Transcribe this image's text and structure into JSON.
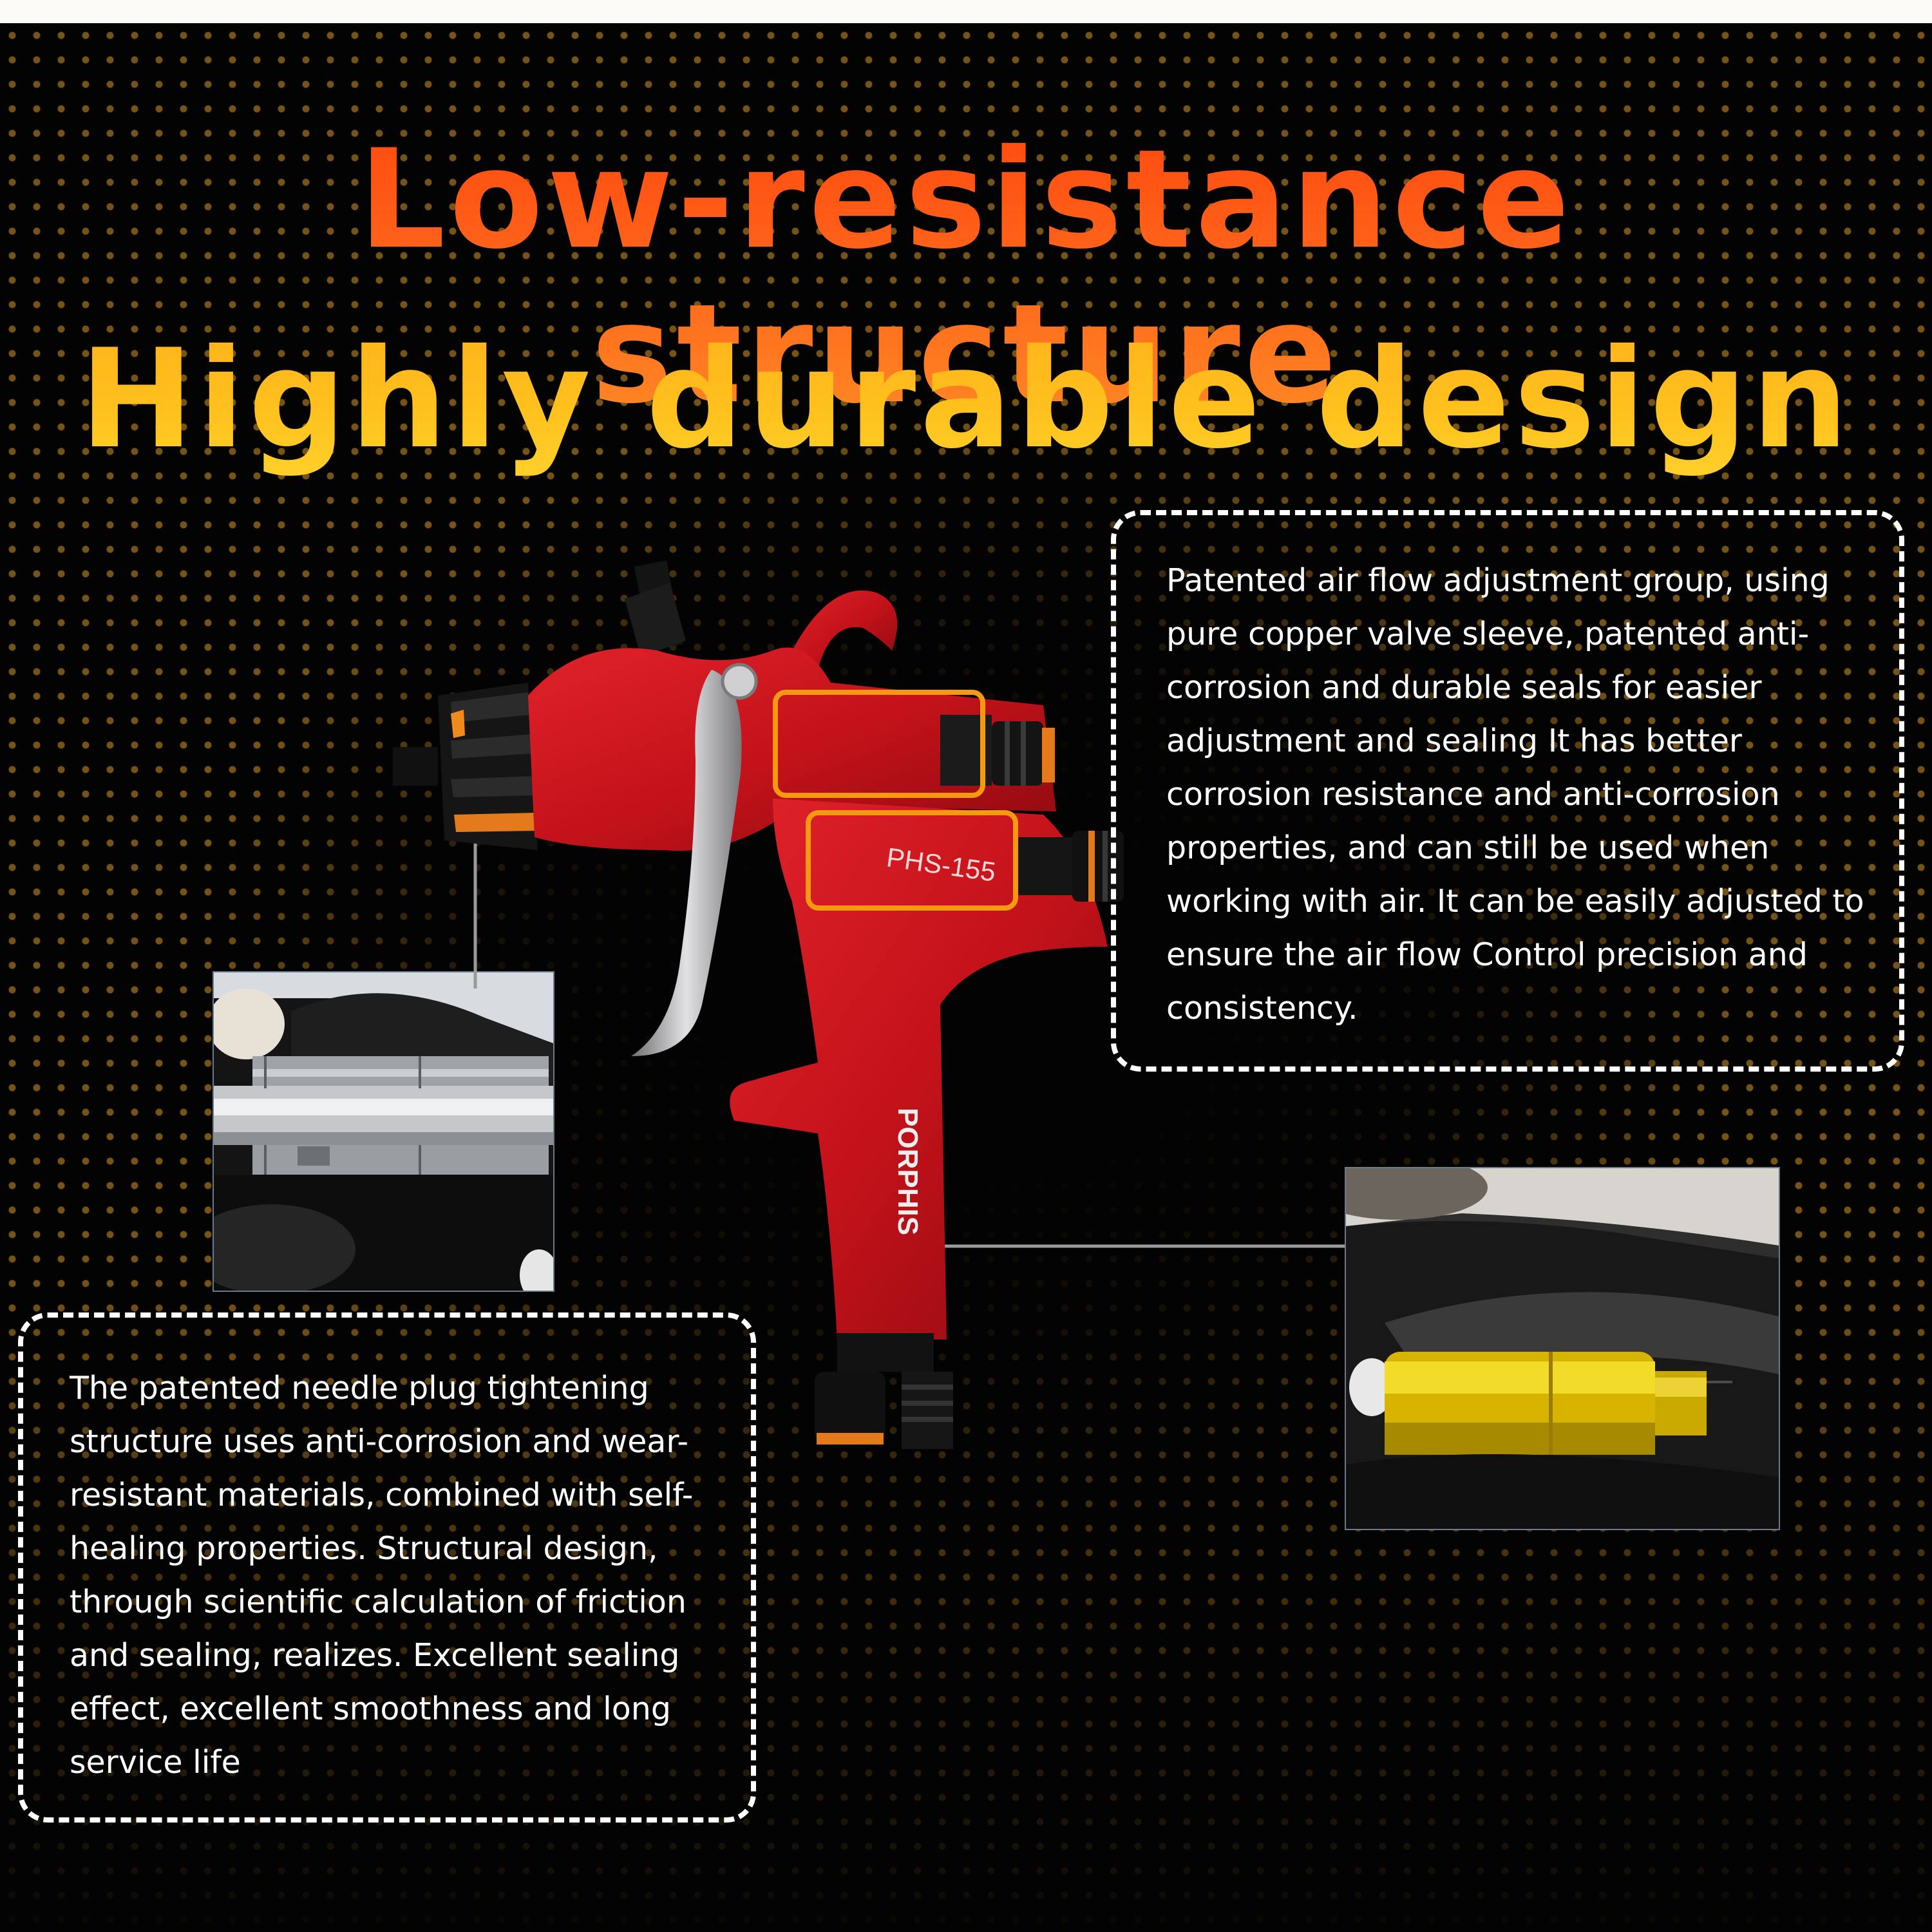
{
  "headline": {
    "line1": "Low-resistance structure",
    "line2": "Highly durable design"
  },
  "product": {
    "model_label": "PHS-155",
    "brand_label": "PORPHIS"
  },
  "callouts": {
    "right_text": "Patented air flow adjustment group, using pure copper valve sleeve, patented anti-corrosion and durable seals for easier adjustment and sealing It has better corrosion resistance and anti-corrosion properties, and can still be used when working with air. It can be easily adjusted to ensure the air flow Control precision and consistency.",
    "left_text": "The patented needle plug tightening structure uses anti-corrosion and wear-resistant materials, combined with self-healing properties. Structural design, through scientific calculation of friction and sealing, realizes. Excellent sealing effect, excellent smoothness and long service life"
  },
  "colors": {
    "headline_orange": "#ff5a18",
    "headline_yellow": "#ffc21e",
    "gun_red": "#c8141c",
    "accent_orange": "#f07a10",
    "highlight_box": "#f59a10",
    "dot_gold": "#d69628"
  }
}
